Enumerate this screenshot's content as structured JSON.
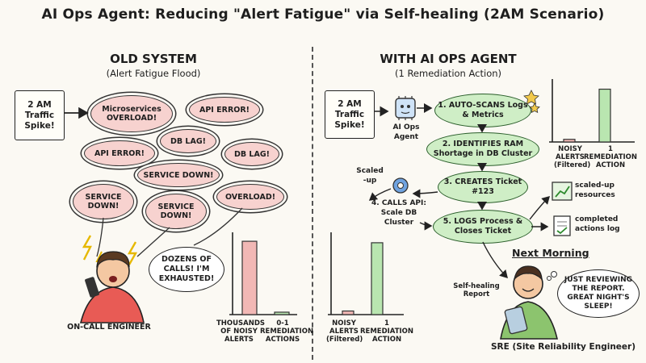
{
  "title": "AI Ops Agent: Reducing \"Alert Fatigue\" via Self-healing (2AM Scenario)",
  "old_system": {
    "heading": "OLD SYSTEM",
    "subheading": "(Alert Fatigue Flood)",
    "trigger": "2 AM Traffic Spike!",
    "alerts": [
      "Microservices OVERLOAD!",
      "API ERROR!",
      "DB LAG!",
      "API ERROR!",
      "DB LAG!",
      "SERVICE DOWN!",
      "SERVICE DOWN!",
      "SERVICE DOWN!",
      "OVERLOAD!"
    ],
    "engineer_speech": "DOZENS OF CALLS! I'M EXHAUSTED!",
    "engineer_label": "ON-CALL ENGINEER"
  },
  "ai_system": {
    "heading": "WITH AI OPS AGENT",
    "subheading": "(1 Remediation Action)",
    "trigger": "2 AM Traffic Spike!",
    "agent_label": "AI Ops Agent",
    "steps": [
      "1. AUTO-SCANS Logs & Metrics",
      "2. IDENTIFIES RAM Shortage in DB Cluster",
      "3. CREATES Ticket #123",
      "5. LOGS Process & Closes Ticket"
    ],
    "api_step": "4. CALLS API: Scale DB Cluster",
    "scaled_up": "Scaled -up",
    "output_scaled": "scaled-up resources",
    "output_log": "completed actions log",
    "next_morning": "Next Morning",
    "report_label": "Self-healing Report",
    "sre_speech": "JUST REVIEWING THE REPORT. GREAT NIGHT'S SLEEP!",
    "sre_label": "SRE (Site Reliability Engineer)"
  },
  "chart_data": [
    {
      "type": "bar",
      "categories": [
        "THOUSANDS OF NOISY ALERTS",
        "0-1 REMEDIATION ACTIONS"
      ],
      "values": [
        1000,
        10
      ],
      "ylim": [
        0,
        1100
      ],
      "colors": [
        "#f2b8b5",
        "#b9e6b0"
      ]
    },
    {
      "type": "bar",
      "categories": [
        "NOISY ALERTS (Filtered)",
        "1 REMEDIATION ACTION"
      ],
      "values": [
        5,
        100
      ],
      "ylim": [
        0,
        110
      ],
      "colors": [
        "#f2b8b5",
        "#b9e6b0"
      ]
    },
    {
      "type": "bar",
      "categories": [
        "NOISY ALERTS (Filtered)",
        "1 REMEDIATION ACTION"
      ],
      "values": [
        5,
        100
      ],
      "ylim": [
        0,
        110
      ],
      "colors": [
        "#f2b8b5",
        "#b9e6b0"
      ]
    }
  ]
}
